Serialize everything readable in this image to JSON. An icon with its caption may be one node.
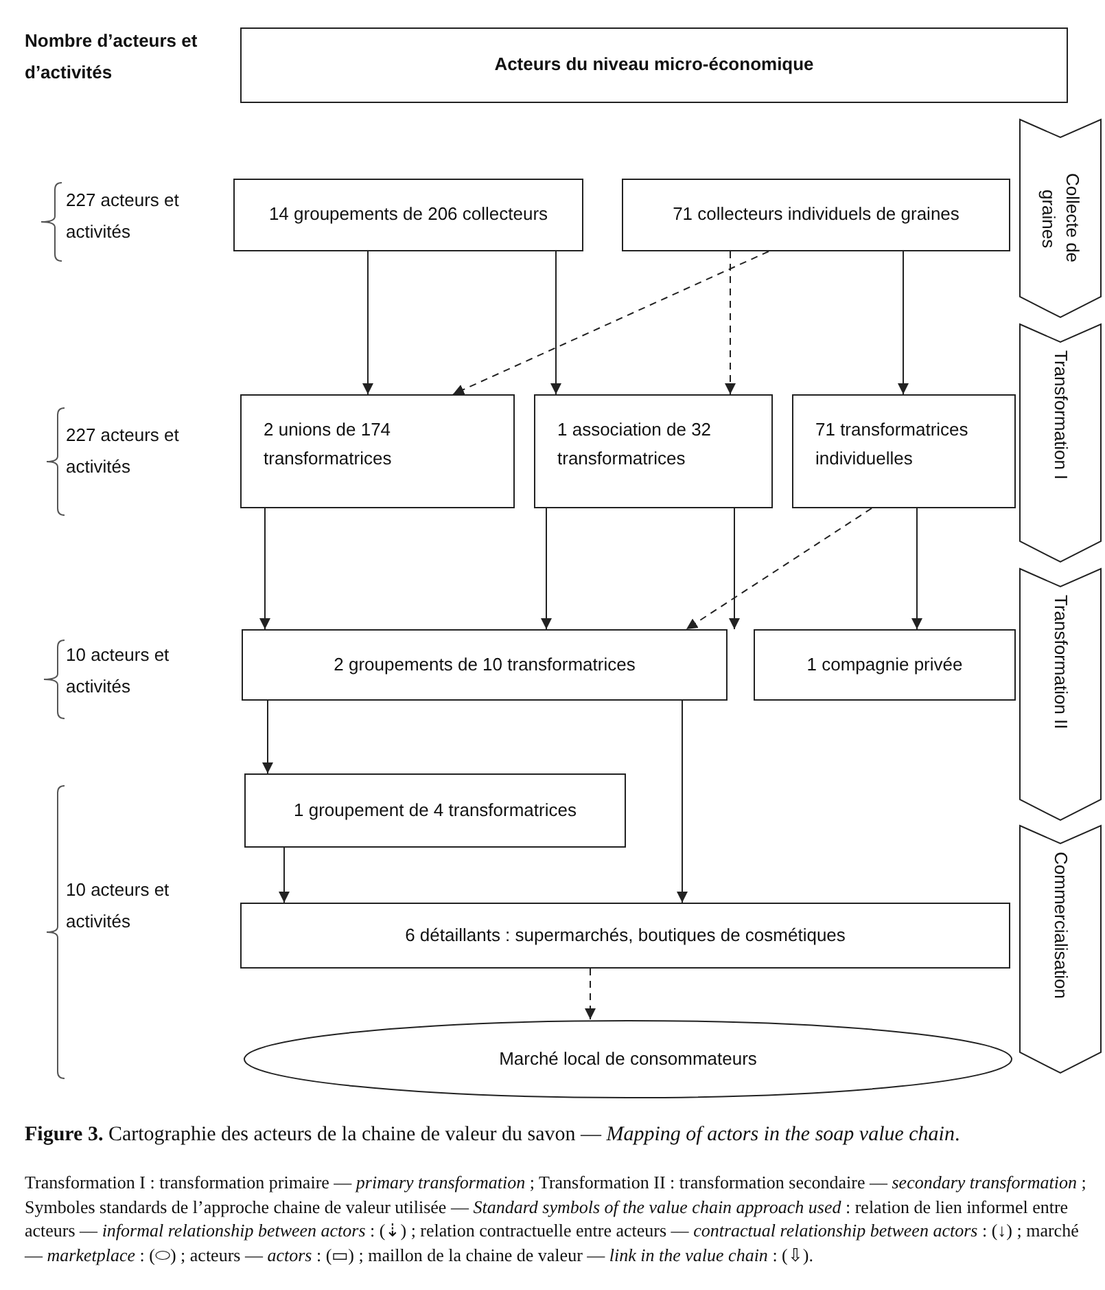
{
  "diagram": {
    "caption": "**Figure 3.** Cartographie des acteurs de la chaine de valeur du savon — *Mapping of actors in the soap value chain*.",
    "nodes": [
      {
        "text": [
          "Acteurs du niveau micro-économique"
        ]
      },
      {
        "text": [
          "14 groupements de 206 collecteurs"
        ]
      },
      {
        "text": [
          "71 collecteurs individuels de graines"
        ]
      },
      {
        "text": [
          "2 unions de 174 transformatrices"
        ]
      },
      {
        "text": [
          "1 association de 32 transformatrices"
        ]
      },
      {
        "text": [
          "71 transformatrices individuelles"
        ]
      },
      {
        "text": [
          "2 groupements de 10 transformatrices"
        ]
      },
      {
        "text": [
          "1 compagnie privée"
        ]
      },
      {
        "text": [
          "1 groupement de 4 transformatrices"
        ]
      },
      {
        "text": [
          "6 détaillants : supermarchés, boutiques de cosmétiques"
        ]
      },
      {
        "text": [
          "Marché local de consommateurs"
        ]
      },
      {
        "text": [
          "Collecte de graines"
        ]
      },
      {
        "text": [
          "Transformation I"
        ]
      },
      {
        "text": [
          "Transformation II"
        ]
      },
      {
        "text": [
          "Commercialisation"
        ]
      }
    ],
    "edges": [
      {
        "from": 1,
        "to": 3,
        "arrow": "to"
      },
      {
        "from": 1,
        "to": 4,
        "arrow": "to"
      },
      {
        "from": 2,
        "to": 3,
        "arrow": "to",
        "style": "dashed"
      },
      {
        "from": 2,
        "to": 4,
        "arrow": "to",
        "style": "dashed"
      },
      {
        "from": 2,
        "to": 5,
        "arrow": "to"
      },
      {
        "from": 3,
        "to": 6,
        "arrow": "to"
      },
      {
        "from": 4,
        "to": 6,
        "arrow": "to"
      },
      {
        "from": 5,
        "to": 6,
        "arrow": "to",
        "style": "dashed"
      },
      {
        "from": 4,
        "to": 7,
        "arrow": "to"
      },
      {
        "from": 5,
        "to": 7,
        "arrow": "to"
      },
      {
        "from": 6,
        "to": 8,
        "arrow": "to"
      },
      {
        "from": 6,
        "to": 9,
        "arrow": "to"
      },
      {
        "from": 8,
        "to": 9,
        "arrow": "to"
      },
      {
        "from": 9,
        "to": 10,
        "arrow": "to",
        "style": "dashed"
      }
    ],
    "labels": [
      "Nombre d’acteurs et d’activités",
      "227 acteurs et activités",
      "227 acteurs et activités",
      "10 acteurs et activités",
      "10 acteurs et activités",
      "Transformation I : transformation primaire — *primary transformation* ; Transformation II : transformation secondaire — *secondary transformation* ; Symboles standards de l’approche chaine de valeur utilisée — *Standard symbols of the value chain approach used* : relation de lien informel entre acteurs — *informal relationship between actors* : (⇣) ; relation contractuelle entre acteurs — *contractual relationship between actors* : (↓) ; marché — *marketplace* : (⬭) ; acteurs — *actors* : (▭) ; maillon de la chaine de valeur — *link in the value chain* : (⇩)."
    ]
  }
}
